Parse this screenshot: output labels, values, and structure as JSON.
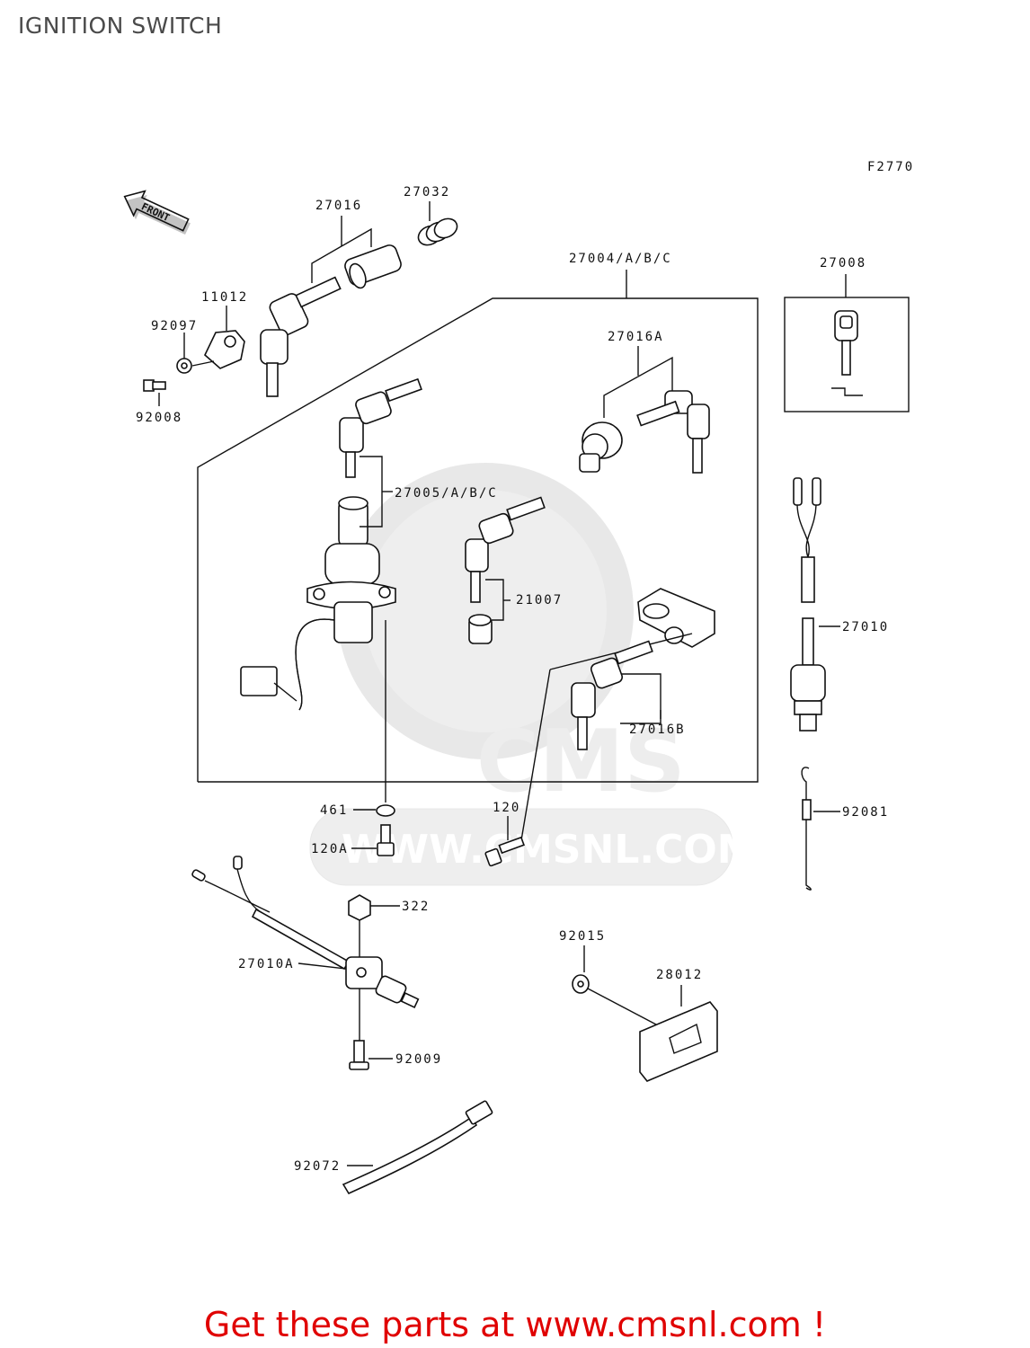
{
  "title": "IGNITION SWITCH",
  "figure_code": "F2770",
  "front_label": "FRONT",
  "watermark": {
    "brand": "CMS",
    "url": "WWW.CMSNL.COM"
  },
  "footer": "Get these parts at www.cmsnl.com !",
  "parts": {
    "p27016": "27016",
    "p27032": "27032",
    "p27004": "27004/A/B/C",
    "p27008": "27008",
    "p11012": "11012",
    "p92097": "92097",
    "p92008": "92008",
    "p27016A": "27016A",
    "p27005": "27005/A/B/C",
    "p21007": "21007",
    "p27010": "27010",
    "p27016B": "27016B",
    "p461": "461",
    "p120A": "120A",
    "p120": "120",
    "p92081": "92081",
    "p322": "322",
    "p27010A": "27010A",
    "p92015": "92015",
    "p28012": "28012",
    "p92009": "92009",
    "p92072": "92072"
  }
}
